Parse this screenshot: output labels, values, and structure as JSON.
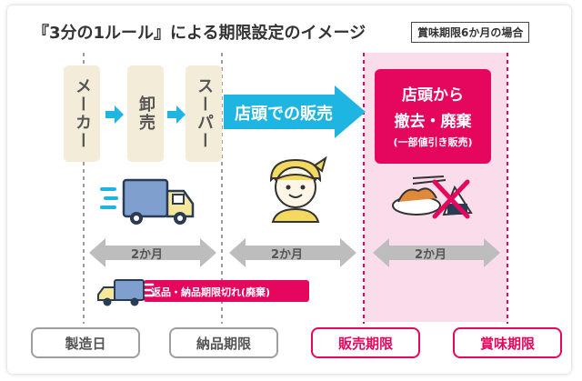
{
  "title": "『3分の1ルール』による期限設定のイメージ",
  "note_box": "賞味期限6か月の場合",
  "stages": {
    "maker": "メーカー",
    "wholesale": "卸売",
    "super": "スーパー"
  },
  "store_arrow_label": "店頭での販売",
  "removal_box": {
    "line1": "店頭から",
    "line2": "撤去・廃棄",
    "line3": "(一部値引き販売)"
  },
  "periods": [
    "2か月",
    "2か月",
    "2か月"
  ],
  "return_label": "返品・納品期限切れ(廃棄)",
  "bottom_labels": {
    "manufacture_date": "製造日",
    "delivery_limit": "納品期限",
    "sales_limit": "販売期限",
    "best_before": "賞味期限"
  },
  "colors": {
    "cyan": "#1fb5e3",
    "pink": "#e5065e",
    "pink_zone": "#fadcea",
    "gray": "#9e9e9e",
    "beige": "#f3ecd9"
  }
}
